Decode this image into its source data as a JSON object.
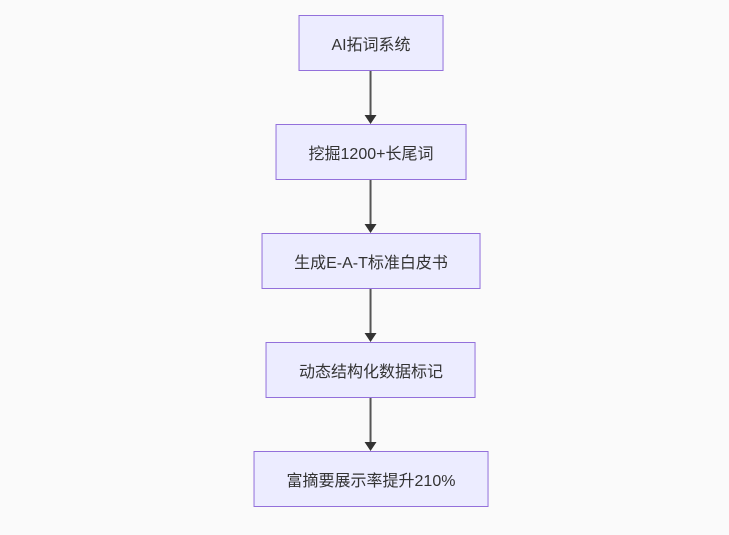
{
  "diagram": {
    "type": "flowchart",
    "direction": "top-down",
    "colors": {
      "bg": "#fafafa",
      "node_fill": "#ececff",
      "node_border": "#9370db",
      "text": "#333333",
      "edge": "#555555",
      "arrowhead": "#333333"
    },
    "nodes": [
      {
        "label": "AI拓词系统"
      },
      {
        "label": "挖掘1200+长尾词"
      },
      {
        "label": "生成E-A-T标准白皮书"
      },
      {
        "label": "动态结构化数据标记"
      },
      {
        "label": "富摘要展示率提升210%"
      }
    ],
    "edges": [
      {
        "from": 0,
        "to": 1,
        "style": "arrow"
      },
      {
        "from": 1,
        "to": 2,
        "style": "arrow"
      },
      {
        "from": 2,
        "to": 3,
        "style": "arrow"
      },
      {
        "from": 3,
        "to": 4,
        "style": "arrow"
      }
    ]
  }
}
